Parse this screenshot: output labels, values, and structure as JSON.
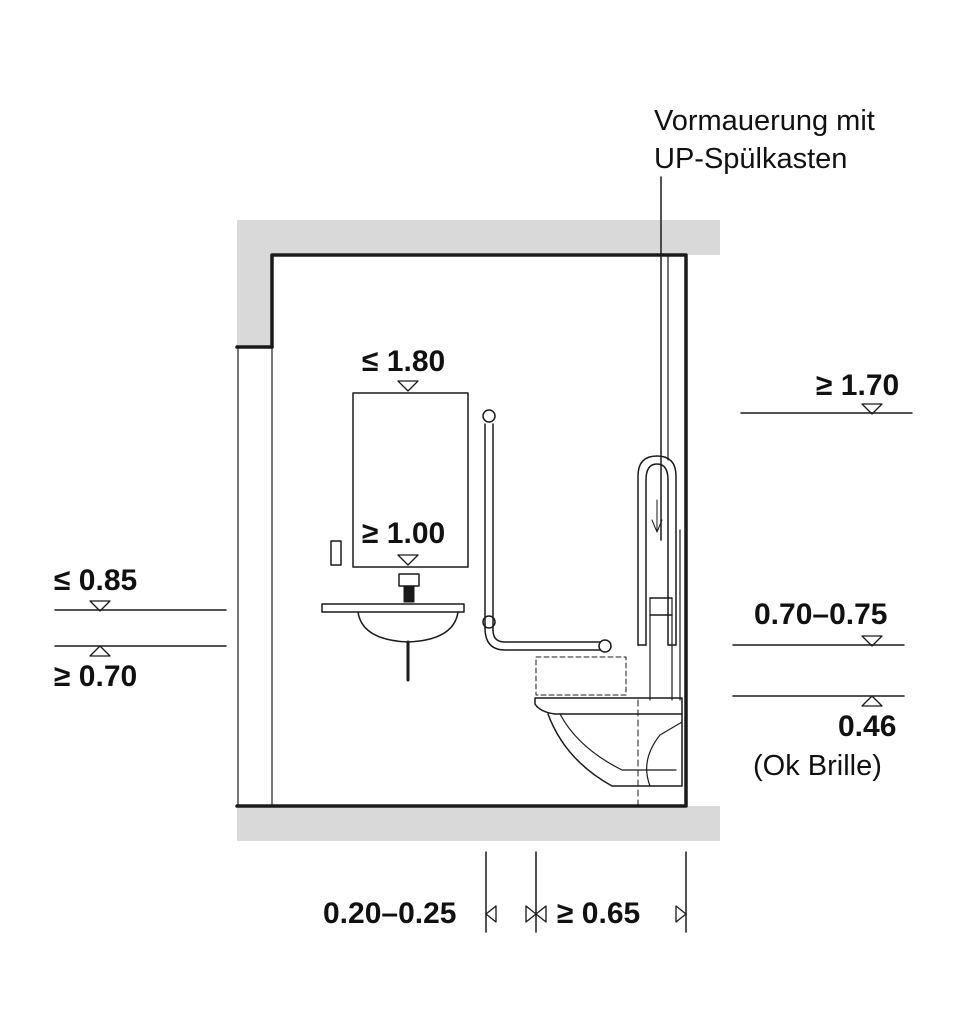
{
  "annotation": {
    "line1": "Vormauerung mit",
    "line2": "UP-Spülkasten"
  },
  "heights": {
    "mirror_top": "≤ 1.80",
    "mirror_bottom": "≥ 1.00",
    "basin_top": "≤ 0.85",
    "basin_under": "≥ 0.70",
    "flush_button": "≥ 1.70",
    "grab_bar": "0.70–0.75",
    "seat": "0.46",
    "seat_note": "(Ok Brille)"
  },
  "widths": {
    "grab_bar_offset": "0.20–0.25",
    "wc_depth": "≥ 0.65"
  },
  "colors": {
    "wall_fill": "#d9d9d9",
    "line": "#1a1a1a"
  }
}
